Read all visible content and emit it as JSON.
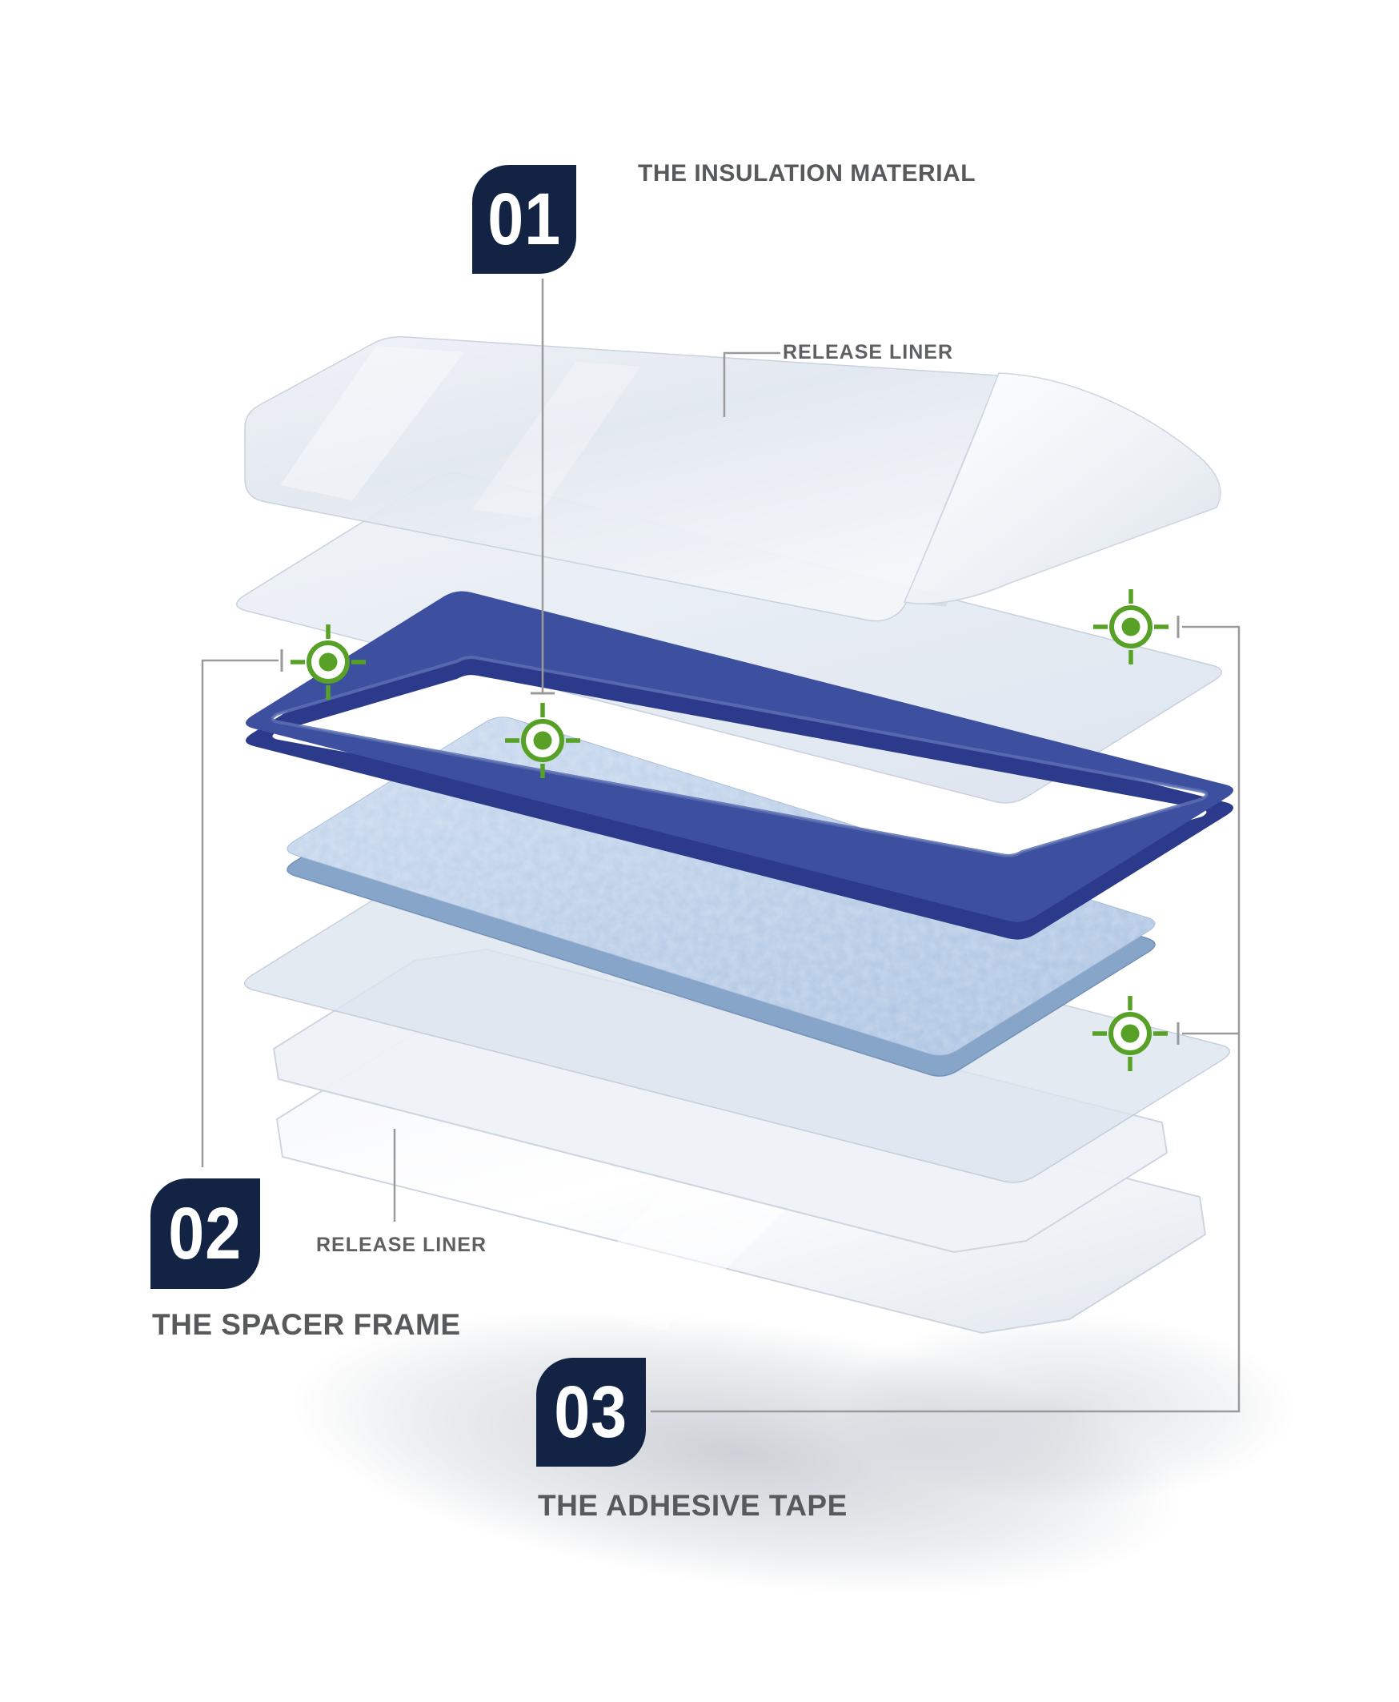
{
  "diagram": {
    "type": "exploded-assembly-infographic",
    "steps": [
      {
        "number": "01",
        "title": "THE INSULATION MATERIAL"
      },
      {
        "number": "02",
        "title": "THE SPACER FRAME"
      },
      {
        "number": "03",
        "title": "THE ADHESIVE TAPE"
      }
    ],
    "annotations": {
      "release_liner_top": "RELEASE LINER",
      "release_liner_bottom": "RELEASE LINER"
    },
    "icons": [
      "registration-target-icon",
      "registration-target-icon",
      "registration-target-icon",
      "registration-target-icon"
    ],
    "layers": [
      "release liner (top, curled)",
      "adhesive tape liner sheet",
      "spacer frame",
      "insulation material panel",
      "adhesive tape liner sheet",
      "release liner (bottom sheets)"
    ],
    "colors": {
      "badge_navy": "#122343",
      "frame_blue_top": "#3d509f",
      "frame_blue_dark": "#2b3a8a",
      "insulation_blue": "#b7cbe7",
      "insulation_edge_blue": "#87a5c9",
      "target_green": "#57a127",
      "leader_line_gray": "#9a9a9a",
      "title_gray": "#58595b",
      "label_gray": "#5f6062",
      "sheet_edge_gray": "#bac6d6"
    }
  }
}
